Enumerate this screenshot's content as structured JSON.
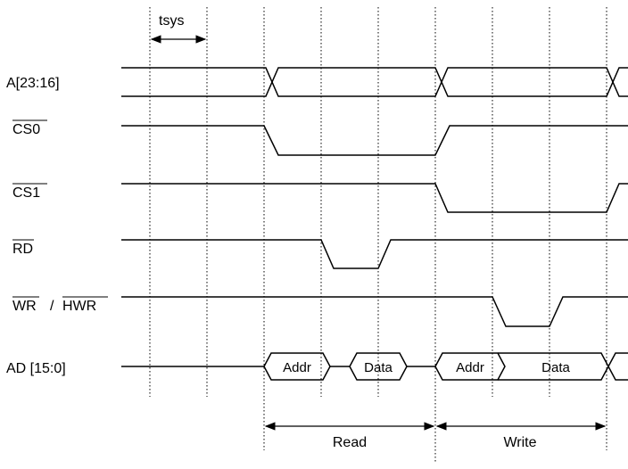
{
  "signals": {
    "a": "A[23:16]",
    "cs0": "CS0",
    "cs1": "CS1",
    "rd": "RD",
    "wr": "WR",
    "wr_sep": "/",
    "hwr": "HWR",
    "ad": "AD [15:0]"
  },
  "bus_labels": {
    "read_addr": "Addr",
    "read_data": "Data",
    "write_addr": "Addr",
    "write_data": "Data"
  },
  "annotations": {
    "tsys": "tsys",
    "read": "Read",
    "write": "Write"
  },
  "colors": {
    "line": "#000000",
    "background": "#ffffff"
  }
}
